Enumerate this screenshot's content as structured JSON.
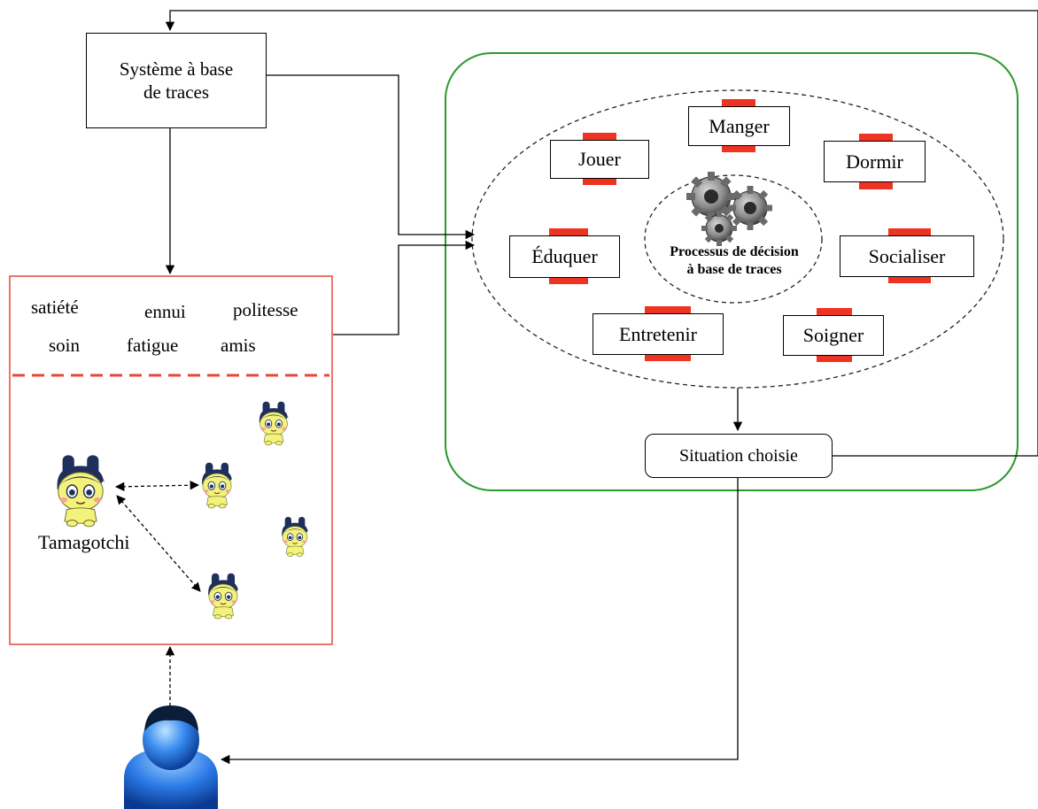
{
  "trace_system": {
    "line1": "Système à base",
    "line2": "de traces"
  },
  "indicators": [
    "satiété",
    "ennui",
    "politesse",
    "soin",
    "fatigue",
    "amis"
  ],
  "tamagotchi_label": "Tamagotchi",
  "situations": [
    "Jouer",
    "Manger",
    "Dormir",
    "Éduquer",
    "Socialiser",
    "Entretenir",
    "Soigner"
  ],
  "decision_process": {
    "line1": "Processus de décision",
    "line2": "à base de traces"
  },
  "chosen_situation": "Situation choisie",
  "colors": {
    "green_frame": "#2a9a2a",
    "red_frame": "#e8473a",
    "red_bar": "#ee3322",
    "character_yellow": "#f3f27a",
    "character_navy": "#1f2f5c",
    "user_blue": "#2a6fd6"
  },
  "icons": [
    "gears-icon",
    "user-icon",
    "tamagotchi-icon"
  ]
}
